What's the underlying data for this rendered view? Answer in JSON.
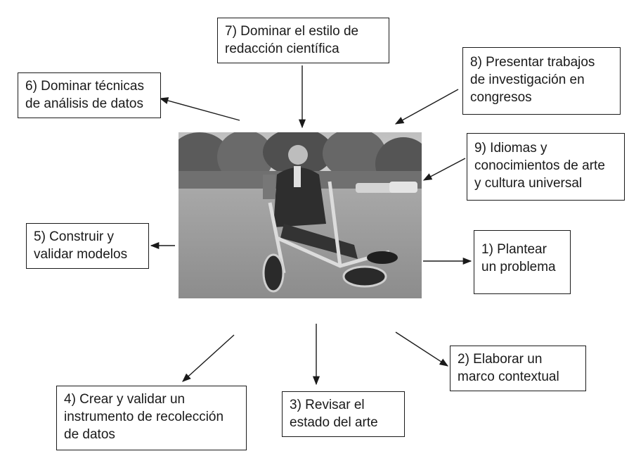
{
  "boxes": {
    "box1": [
      "1) Plantear",
      "un problema"
    ],
    "box2": [
      "2) Elaborar un",
      "marco contextual"
    ],
    "box3": [
      "3) Revisar el",
      "estado del arte"
    ],
    "box4": [
      "4) Crear y validar un",
      "instrumento de recolección",
      "de datos"
    ],
    "box5": [
      "5) Construir y",
      "validar modelos"
    ],
    "box6": [
      "6) Dominar técnicas",
      "de análisis de datos"
    ],
    "box7": [
      "7) Dominar el estilo de",
      "redacción científica"
    ],
    "box8": [
      "8) Presentar trabajos",
      "de investigación en",
      "congresos"
    ],
    "box9": [
      "9) Idiomas y",
      "conocimientos de arte",
      "y cultura universal"
    ]
  },
  "colors": {
    "line": "#1a1a1a",
    "photo_sky": "#c9c9c9",
    "photo_trees": "#5e5e5e",
    "photo_ground": "#9e9e9e"
  }
}
